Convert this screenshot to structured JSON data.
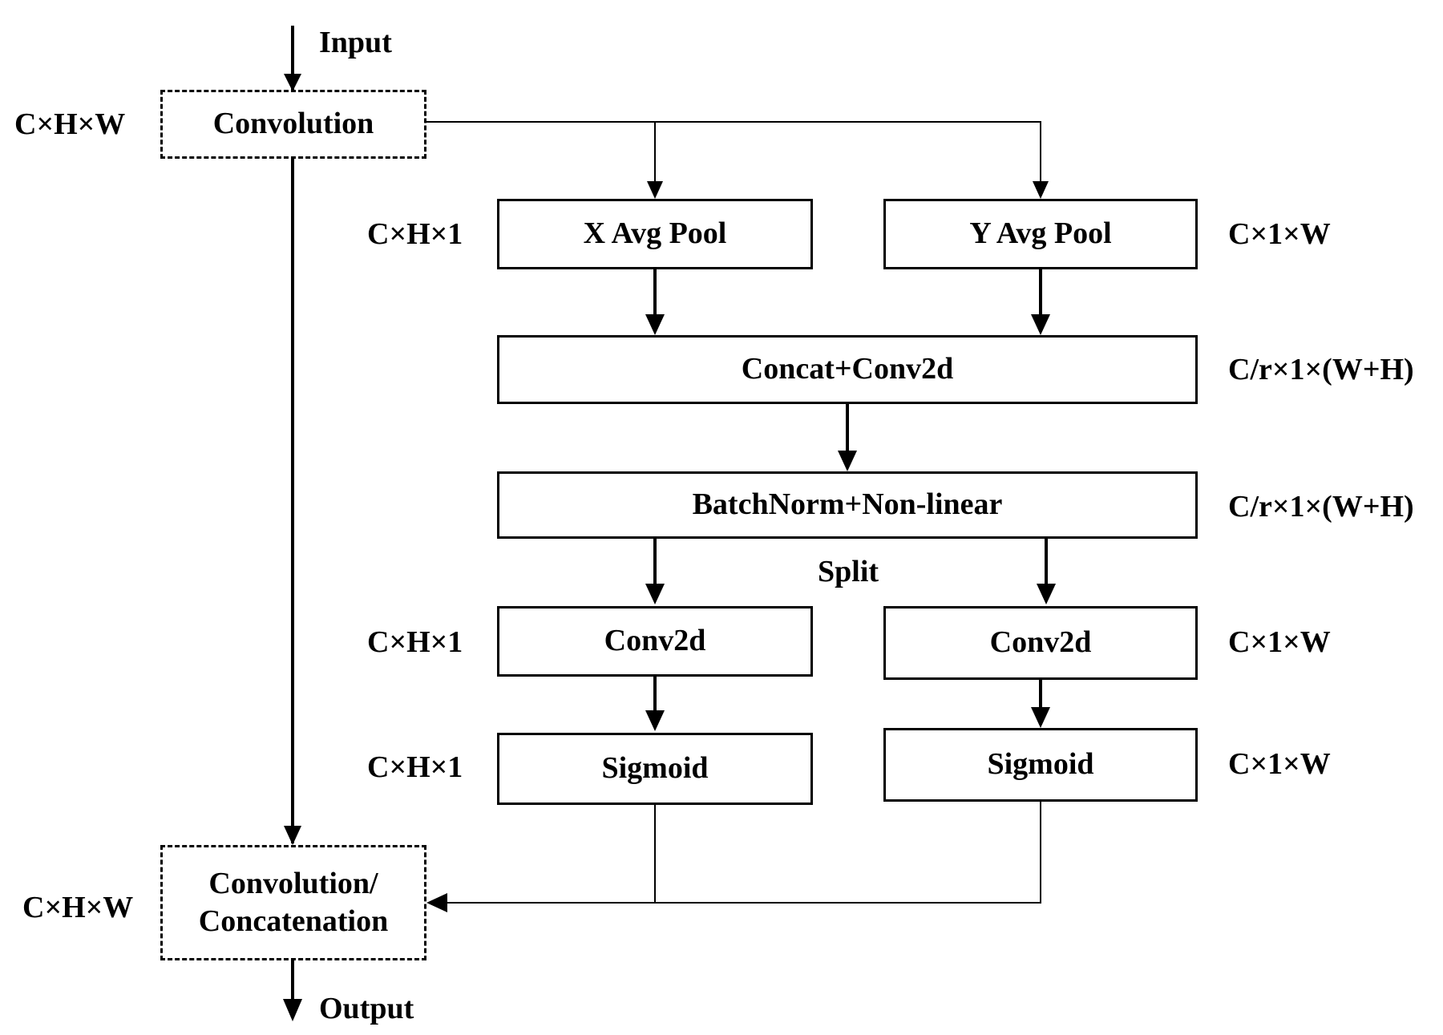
{
  "io": {
    "input": "Input",
    "output": "Output"
  },
  "blocks": {
    "convolution": "Convolution",
    "x_avg_pool": "X Avg Pool",
    "y_avg_pool": "Y Avg Pool",
    "concat_conv2d": "Concat+Conv2d",
    "batchnorm": "BatchNorm+Non-linear",
    "conv2d_left": "Conv2d",
    "conv2d_right": "Conv2d",
    "sigmoid_left": "Sigmoid",
    "sigmoid_right": "Sigmoid",
    "output_line1": "Convolution/",
    "output_line2": "Concatenation"
  },
  "split_label": "Split",
  "dims": {
    "input_conv": "C×H×W",
    "x_pool": "C×H×1",
    "y_pool": "C×1×W",
    "concat": "C/r×1×(W+H)",
    "batchnorm": "C/r×1×(W+H)",
    "conv_left": "C×H×1",
    "conv_right": "C×1×W",
    "sig_left": "C×H×1",
    "sig_right": "C×1×W",
    "output_conv": "C×H×W"
  }
}
